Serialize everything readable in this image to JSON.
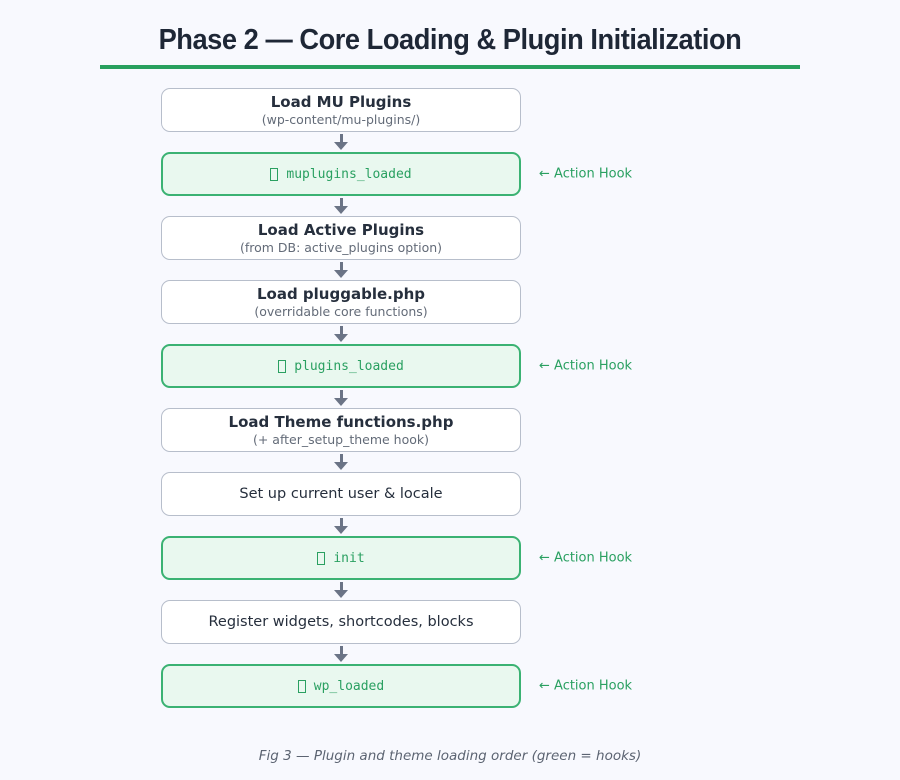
{
  "header": {
    "title": "Phase 2 — Core Loading & Plugin Initialization"
  },
  "flow": {
    "nodes": [
      {
        "type": "step",
        "title": "Load MU Plugins",
        "subtitle": "(wp-content/mu-plugins/)"
      },
      {
        "type": "hook",
        "icon": "hook-glyph-tofu",
        "label": "muplugins_loaded",
        "annotation": "← Action Hook"
      },
      {
        "type": "step",
        "title": "Load Active Plugins",
        "subtitle": "(from DB: active_plugins option)"
      },
      {
        "type": "step",
        "title": "Load pluggable.php",
        "subtitle": "(overridable core functions)"
      },
      {
        "type": "hook",
        "icon": "hook-glyph-tofu",
        "label": "plugins_loaded",
        "annotation": "← Action Hook"
      },
      {
        "type": "step",
        "title": "Load Theme functions.php",
        "subtitle": "(+ after_setup_theme hook)"
      },
      {
        "type": "step",
        "title": "Set up current user & locale"
      },
      {
        "type": "hook",
        "icon": "hook-glyph-tofu",
        "label": "init",
        "annotation": "← Action Hook"
      },
      {
        "type": "step",
        "title": "Register widgets, shortcodes, blocks"
      },
      {
        "type": "hook",
        "icon": "hook-glyph-tofu",
        "label": "wp_loaded",
        "annotation": "← Action Hook"
      }
    ]
  },
  "caption": "Fig 3 — Plugin and theme loading order (green = hooks)",
  "colors": {
    "bg": "#f8f9fe",
    "title": "#1e2736",
    "underline": "#28a05e",
    "boxborder": "#b7becb",
    "steptext": "#262f3d",
    "subtitle": "#636b78",
    "hookborder": "#3bb273",
    "hookfill": "#e9f8ef",
    "hooktext": "#2aa061",
    "arrow": "#6b7486",
    "caption": "#5c6472"
  }
}
